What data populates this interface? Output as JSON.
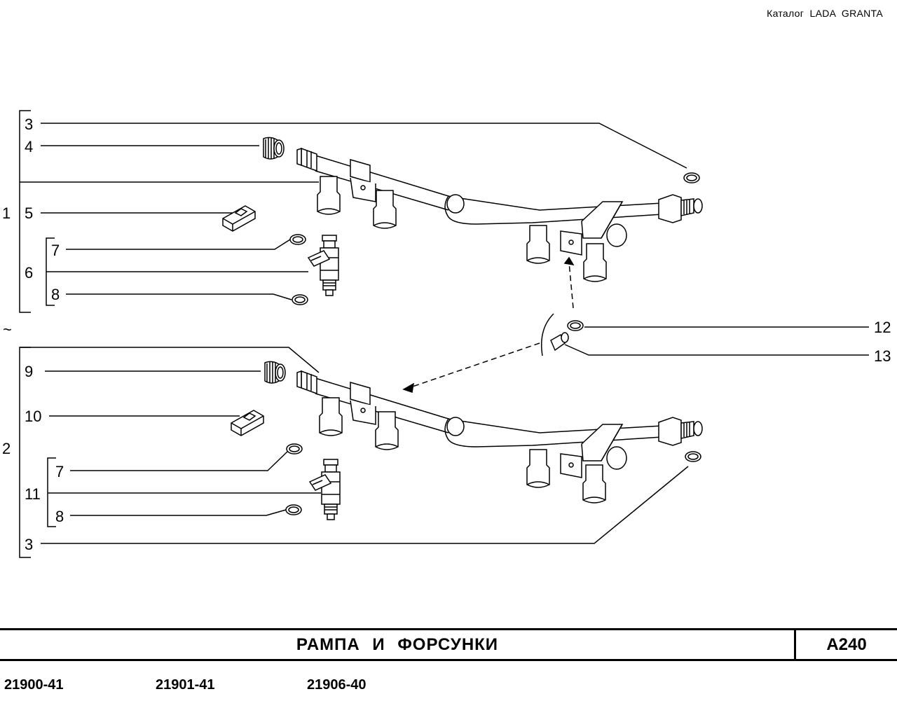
{
  "header": {
    "catalog": "Каталог  LADA  GRANTA"
  },
  "diagram": {
    "callouts": {
      "c1": "1",
      "c2": "2",
      "c3a": "3",
      "c4": "4",
      "c5": "5",
      "c6": "6",
      "c7a": "7",
      "c8a": "8",
      "c9": "9",
      "c10": "10",
      "c11": "11",
      "c7b": "7",
      "c8b": "8",
      "c3b": "3",
      "c12": "12",
      "c13": "13",
      "tilde": "~"
    }
  },
  "footer": {
    "title": "РАМПА  И  ФОРСУНКИ",
    "code": "А240",
    "models": [
      "21900-41",
      "21901-41",
      "21906-40"
    ]
  }
}
